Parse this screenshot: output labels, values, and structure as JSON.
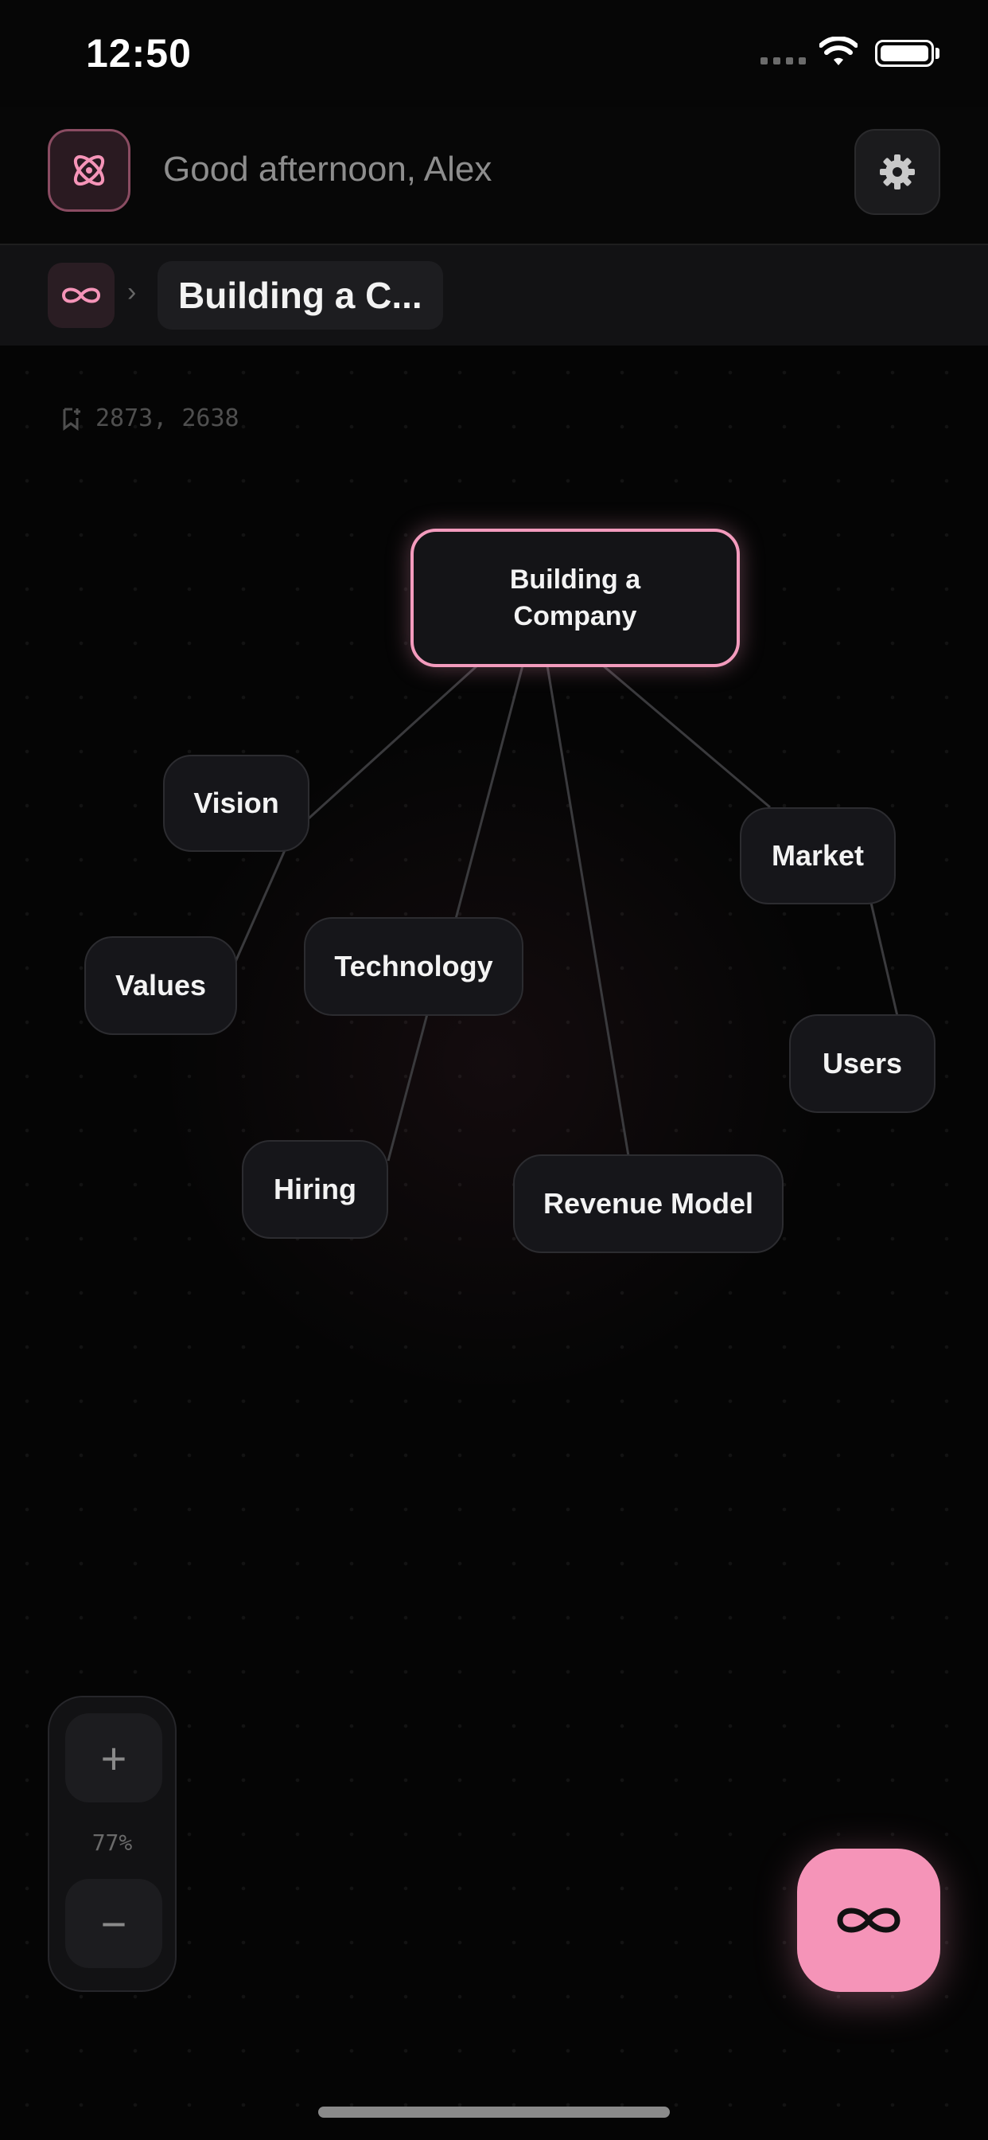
{
  "status_bar": {
    "time": "12:50"
  },
  "header": {
    "logo_icon": "atom-icon",
    "greeting": "Good afternoon, Alex",
    "settings_icon": "gear-icon"
  },
  "breadcrumb": {
    "home_icon": "infinity-icon",
    "separator": "›",
    "current": "Building a C..."
  },
  "canvas": {
    "coordinates": "2873, 2638",
    "accent_color": "#f594b8",
    "root": {
      "label": "Building a Company"
    },
    "nodes": [
      {
        "id": "vision",
        "label": "Vision"
      },
      {
        "id": "market",
        "label": "Market"
      },
      {
        "id": "values",
        "label": "Values"
      },
      {
        "id": "technology",
        "label": "Technology"
      },
      {
        "id": "users",
        "label": "Users"
      },
      {
        "id": "hiring",
        "label": "Hiring"
      },
      {
        "id": "revenue",
        "label": "Revenue Model"
      }
    ]
  },
  "zoom": {
    "in_label": "+",
    "level": "77%",
    "out_label": "−"
  },
  "fab": {
    "icon": "infinity-icon"
  }
}
